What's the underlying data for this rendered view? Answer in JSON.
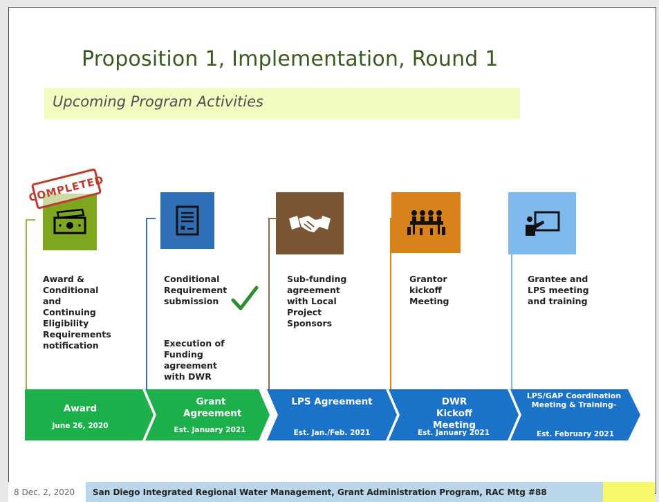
{
  "slide": {
    "title": "Proposition 1, Implementation, Round 1",
    "subtitle": "Upcoming Program Activities"
  },
  "stamp": {
    "text": "COMPLETED",
    "color": "#c0392b"
  },
  "checkmark": {
    "icon": "checkmark-icon",
    "color": "#2e8b2e"
  },
  "columns": [
    {
      "icon": "money-icon",
      "color": "#7fa61f",
      "text": [
        "Award &",
        "Conditional",
        "and",
        "Continuing",
        "Eligibility",
        "Requirements",
        "notification"
      ]
    },
    {
      "icon": "document-icon",
      "color": "#2f6fb5",
      "text": [
        "Conditional",
        "Requirement",
        "submission"
      ],
      "text2": [
        "Execution of",
        "Funding",
        "agreement",
        "with DWR"
      ]
    },
    {
      "icon": "handshake-icon",
      "color": "#7b5634",
      "text": [
        "Sub-funding",
        "agreement",
        "with Local",
        "Project",
        "Sponsors"
      ]
    },
    {
      "icon": "meeting-icon",
      "color": "#d9821c",
      "text": [
        "Grantor",
        "kickoff",
        "Meeting"
      ]
    },
    {
      "icon": "presentation-icon",
      "color": "#7eb8ec",
      "text": [
        "Grantee and",
        "LPS meeting",
        "and training"
      ]
    }
  ],
  "timeline": [
    {
      "label": "Award",
      "date": "June 26, 2020",
      "color": "#1db14b"
    },
    {
      "label": "Grant Agreement",
      "date": "Est. January 2021",
      "color": "#1db14b"
    },
    {
      "label": "LPS Agreement",
      "date": "Est. Jan./Feb. 2021",
      "color": "#1a73c8"
    },
    {
      "label": "DWR Kickoff Meeting",
      "date": "Est. January 2021",
      "color": "#1a73c8"
    },
    {
      "label": "LPS/GAP Coordination Meeting & Training-",
      "date": "Est. February 2021",
      "color": "#1a73c8"
    }
  ],
  "footer": {
    "date": "8 Dec. 2, 2020",
    "text": "San Diego Integrated Regional Water Management, Grant Administration Program, RAC Mtg #88"
  }
}
